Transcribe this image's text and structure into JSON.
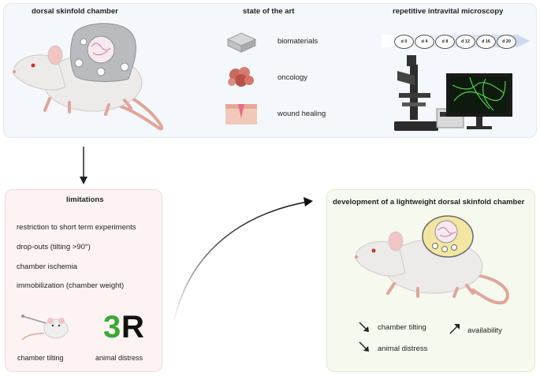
{
  "top": {
    "dorsal_title": "dorsal skinfold chamber",
    "state_title": "state of the art",
    "state_items": [
      "biomaterials",
      "oncology",
      "wound healing"
    ],
    "repetitive_title": "repetitive intravital microscopy",
    "days": [
      "d 0",
      "d 4",
      "d 8",
      "d 12",
      "d 16",
      "d 20"
    ]
  },
  "limitations": {
    "title": "limitations",
    "items": [
      "restriction to short term experiments",
      "drop-outs (tilting >90°)",
      "chamber ischemia",
      "immobilization (chamber weight)"
    ],
    "tilting_label": "chamber tilting",
    "three_r": {
      "three": "3",
      "r": "R"
    },
    "distress_label": "animal distress"
  },
  "development": {
    "title": "development of a lightweight dorsal skinfold chamber",
    "down_items": [
      "chamber tilting",
      "animal distress"
    ],
    "up_item": "availability"
  },
  "colors": {
    "green": "#3aa935",
    "mouse": "#ecebea",
    "pink": "#e8a0a0",
    "arrow": "#222222"
  }
}
